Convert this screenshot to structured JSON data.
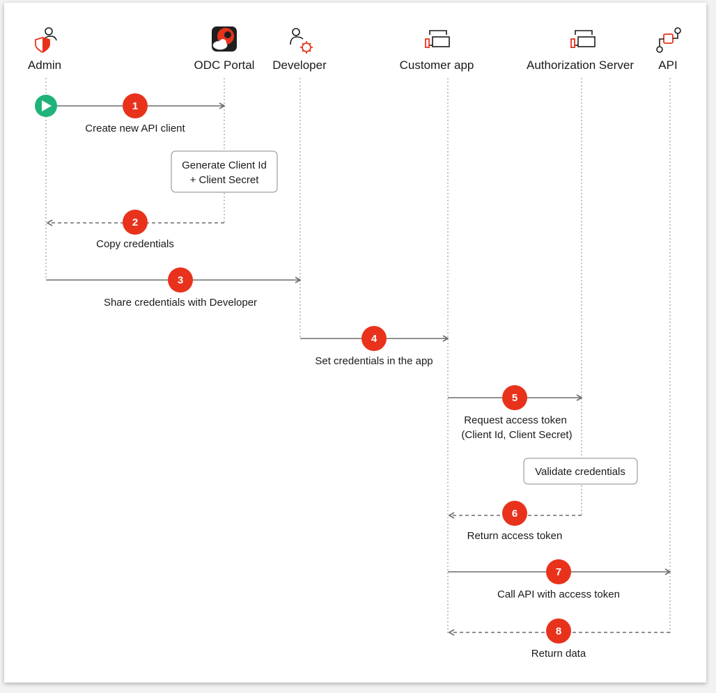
{
  "actors": [
    {
      "id": "admin",
      "label": "Admin",
      "icon": "admin-shield-icon"
    },
    {
      "id": "portal",
      "label": "ODC Portal",
      "icon": "odc-portal-logo"
    },
    {
      "id": "developer",
      "label": "Developer",
      "icon": "developer-gear-icon"
    },
    {
      "id": "customer_app",
      "label": "Customer app",
      "icon": "app-window-icon"
    },
    {
      "id": "auth_server",
      "label": "Authorization Server",
      "icon": "server-window-icon"
    },
    {
      "id": "api",
      "label": "API",
      "icon": "api-nodes-icon"
    }
  ],
  "steps": [
    {
      "number": "1",
      "label": "Create new API client",
      "from": "admin",
      "to": "portal",
      "style": "solid"
    },
    {
      "number": "2",
      "label": "Copy credentials",
      "from": "portal",
      "to": "admin",
      "style": "dashed"
    },
    {
      "number": "3",
      "label": "Share credentials with Developer",
      "from": "admin",
      "to": "developer",
      "style": "solid"
    },
    {
      "number": "4",
      "label": "Set credentials in the app",
      "from": "developer",
      "to": "customer_app",
      "style": "solid"
    },
    {
      "number": "5",
      "label": "Request access token",
      "label2": "(Client Id, Client Secret)",
      "from": "customer_app",
      "to": "auth_server",
      "style": "solid"
    },
    {
      "number": "6",
      "label": "Return access token",
      "from": "auth_server",
      "to": "customer_app",
      "style": "dashed"
    },
    {
      "number": "7",
      "label": "Call API with access token",
      "from": "customer_app",
      "to": "api",
      "style": "solid"
    },
    {
      "number": "8",
      "label": "Return data",
      "from": "api",
      "to": "customer_app",
      "style": "dashed"
    }
  ],
  "notes": [
    {
      "actor": "portal",
      "lines": [
        "Generate Client Id",
        "+ Client Secret"
      ]
    },
    {
      "actor": "auth_server",
      "lines": [
        "Validate credentials"
      ]
    }
  ],
  "colors": {
    "accent": "#e8321c",
    "start": "#1fb37a",
    "line": "#6b6b6b",
    "lifeline": "#8a8a8a",
    "text": "#1a1a1a"
  }
}
